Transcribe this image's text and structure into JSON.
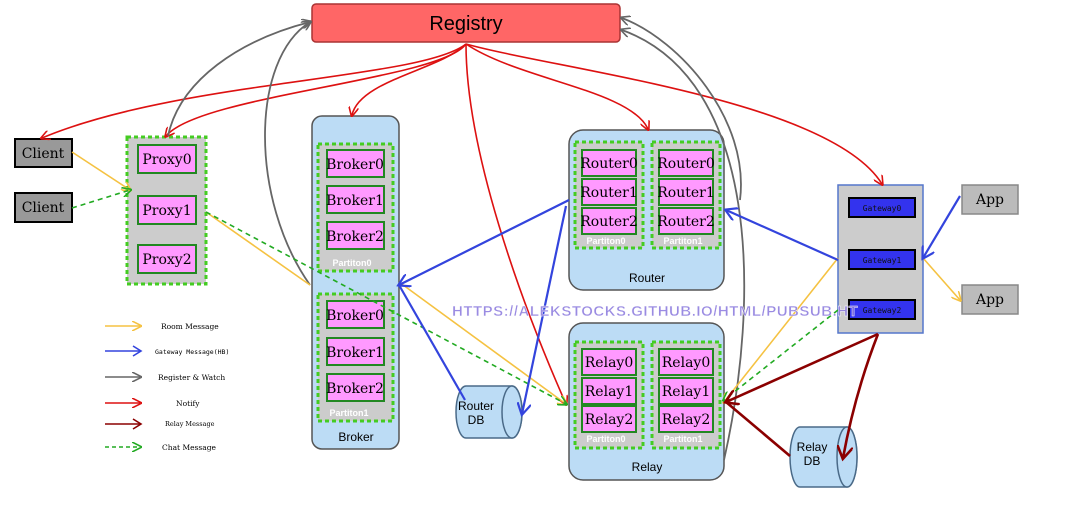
{
  "registry": {
    "label": "Registry"
  },
  "clients": [
    "Client",
    "Client"
  ],
  "proxies": [
    "Proxy0",
    "Proxy1",
    "Proxy2"
  ],
  "broker": {
    "label": "Broker",
    "partition0": {
      "label": "Partiton0",
      "items": [
        "Broker0",
        "Broker1",
        "Broker2"
      ]
    },
    "partition1": {
      "label": "Partiton1",
      "items": [
        "Broker0",
        "Broker1",
        "Broker2"
      ]
    }
  },
  "router": {
    "label": "Router",
    "partition0": {
      "label": "Partiton0",
      "items": [
        "Router0",
        "Router1",
        "Router2"
      ]
    },
    "partition1": {
      "label": "Partiton1",
      "items": [
        "Router0",
        "Router1",
        "Router2"
      ]
    }
  },
  "relay": {
    "label": "Relay",
    "partition0": {
      "label": "Partiton0",
      "items": [
        "Relay0",
        "Relay1",
        "Relay2"
      ]
    },
    "partition1": {
      "label": "Partiton1",
      "items": [
        "Relay0",
        "Relay1",
        "Relay2"
      ]
    }
  },
  "router_db": {
    "line1": "Router",
    "line2": "DB"
  },
  "relay_db": {
    "line1": "Relay",
    "line2": "DB"
  },
  "gateways": [
    "Gateway0",
    "Gateway1",
    "Gateway2"
  ],
  "apps": [
    "App",
    "App"
  ],
  "watermark": "HTTPS://ALEKSTOCKS.GITHUB.IO/HTML/PUBSUB.HT",
  "legend": [
    {
      "label": "Room Message",
      "color": "#f5c242",
      "dashed": false
    },
    {
      "label": "Gateway Message(HB)",
      "color": "#3344dd",
      "dashed": false
    },
    {
      "label": "Register & Watch",
      "color": "#666666",
      "dashed": false
    },
    {
      "label": "Notify",
      "color": "#dd1111",
      "dashed": false
    },
    {
      "label": "Relay Message",
      "color": "#8b0000",
      "dashed": false
    },
    {
      "label": "Chat Message",
      "color": "#22aa22",
      "dashed": true
    }
  ],
  "colors": {
    "registry_fill": "#ff6666",
    "cluster_fill": "#bcdcf5",
    "node_fill": "#ff99ff",
    "node_border": "#228822",
    "partition_border": "#44cc22",
    "partition_fill": "#cccccc",
    "gateway_fill": "#3333ee",
    "box_grey": "#bbbbbb",
    "client_grey": "#999999"
  }
}
